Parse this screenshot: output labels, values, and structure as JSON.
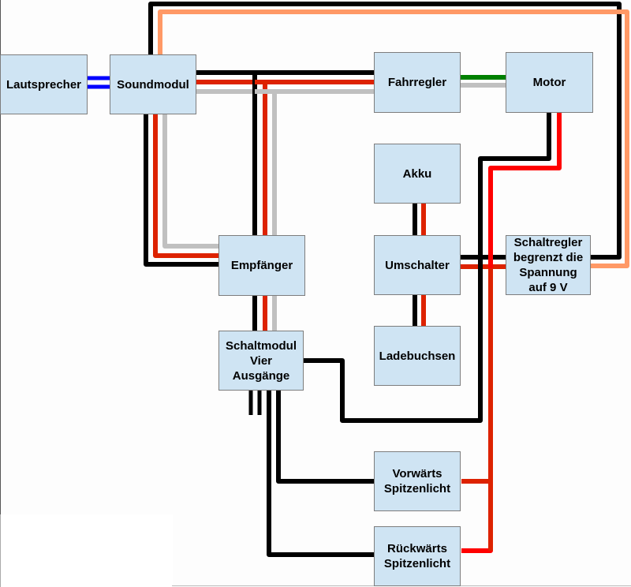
{
  "diagram": {
    "title": "",
    "components": [
      {
        "id": "lautsprecher",
        "label": "Lautsprecher"
      },
      {
        "id": "soundmodul",
        "label": "Soundmodul"
      },
      {
        "id": "fahrregler",
        "label": "Fahrregler"
      },
      {
        "id": "motor",
        "label": "Motor"
      },
      {
        "id": "akku",
        "label": "Akku"
      },
      {
        "id": "empfaenger",
        "label": "Empfänger"
      },
      {
        "id": "umschalter",
        "label": "Umschalter"
      },
      {
        "id": "schaltregler",
        "label": "Schaltregler\nbegrenzt die\nSpannung\nauf 9 V"
      },
      {
        "id": "schaltmodul",
        "label": "Schaltmodul\nVier\nAusgänge"
      },
      {
        "id": "ladebuchsen",
        "label": "Ladebuchsen"
      },
      {
        "id": "vorwaerts",
        "label": "Vorwärts\nSpitzenlicht"
      },
      {
        "id": "rueckwaerts",
        "label": "Rückwärts\nSpitzenlicht"
      }
    ],
    "wire_colors": {
      "black": "#000000",
      "red": "#dd2200",
      "bright_red": "#ff0000",
      "gray": "#c0c0c0",
      "orange": "#ff9966",
      "green": "#008000",
      "blue": "#0000ff"
    },
    "connections": [
      {
        "from": "lautsprecher",
        "to": "soundmodul",
        "wires": [
          "blue",
          "blue"
        ]
      },
      {
        "from": "soundmodul",
        "to": "fahrregler",
        "wires": [
          "black",
          "red",
          "gray"
        ]
      },
      {
        "from": "soundmodul",
        "to": "empfaenger",
        "wires": [
          "black",
          "red",
          "gray"
        ]
      },
      {
        "from": "fahrregler",
        "to": "empfaenger",
        "wires": [
          "black",
          "red",
          "gray"
        ]
      },
      {
        "from": "fahrregler",
        "to": "motor",
        "wires": [
          "green",
          "gray"
        ]
      },
      {
        "from": "soundmodul",
        "to": "schaltregler",
        "wires": [
          "black",
          "orange"
        ]
      },
      {
        "from": "akku",
        "to": "umschalter",
        "wires": [
          "black",
          "red"
        ]
      },
      {
        "from": "umschalter",
        "to": "ladebuchsen",
        "wires": [
          "black",
          "red"
        ]
      },
      {
        "from": "umschalter",
        "to": "schaltregler",
        "wires": [
          "black",
          "red"
        ]
      },
      {
        "from": "empfaenger",
        "to": "schaltmodul",
        "wires": [
          "black",
          "red",
          "gray"
        ]
      },
      {
        "from": "motor",
        "to": "schaltmodul",
        "wires": [
          "black"
        ]
      },
      {
        "from": "motor",
        "to": "vorwaerts",
        "wires": [
          "bright_red"
        ]
      },
      {
        "from": "motor",
        "to": "rueckwaerts",
        "wires": [
          "bright_red"
        ]
      },
      {
        "from": "schaltmodul",
        "to": "vorwaerts",
        "wires": [
          "black"
        ]
      },
      {
        "from": "schaltmodul",
        "to": "rueckwaerts",
        "wires": [
          "black"
        ]
      }
    ]
  }
}
